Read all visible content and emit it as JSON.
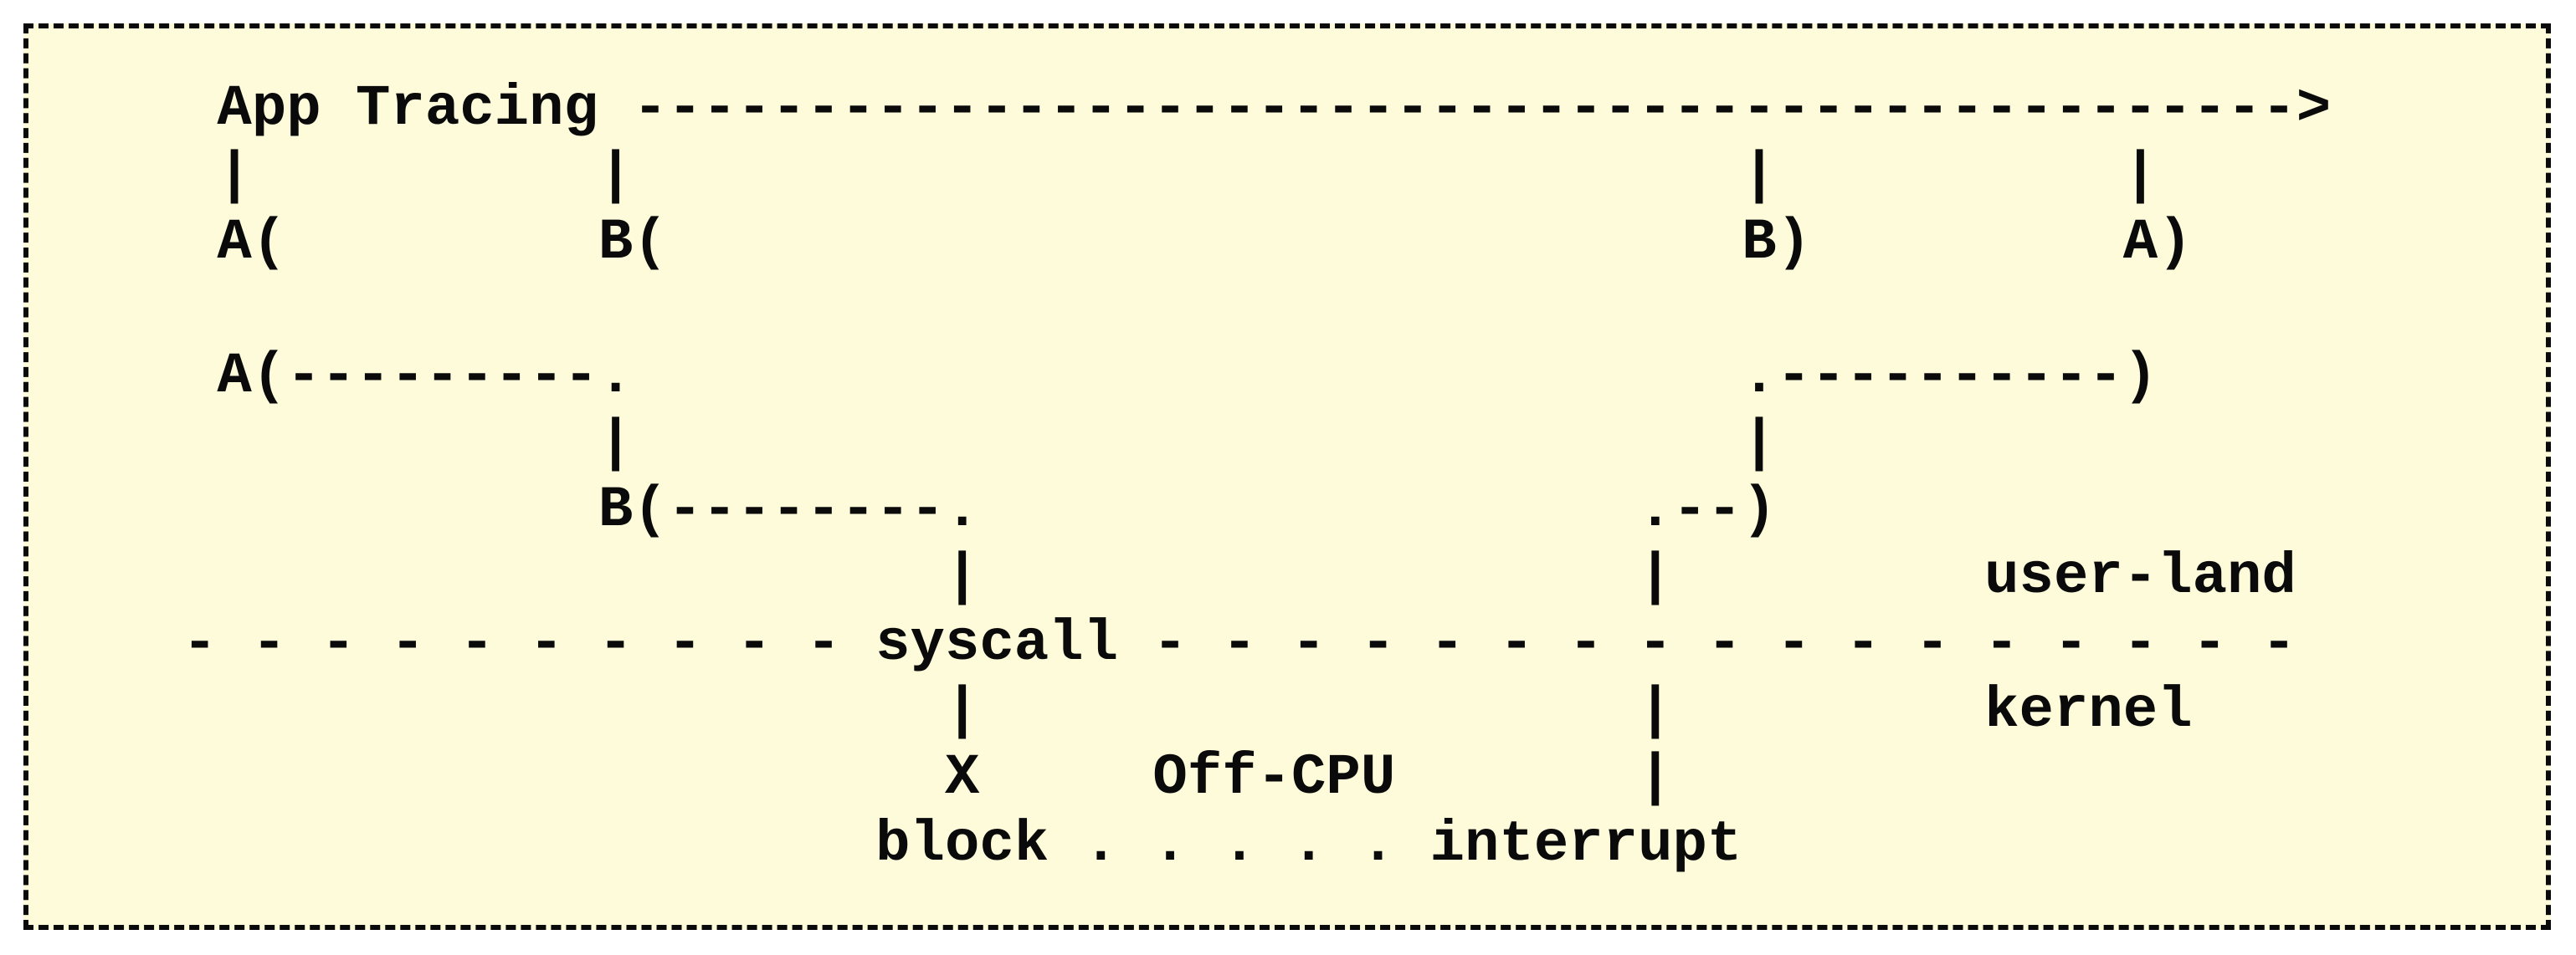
{
  "colors": {
    "page_background": "#ffffff",
    "panel_background": "#fefbdb",
    "border": "#0a0a0a",
    "text": "#0a0a0a"
  },
  "diagram": {
    "title": "App Tracing",
    "regions": {
      "user": "user-land",
      "kernel": "kernel"
    },
    "boundary_label": "syscall",
    "offcpu_label": "Off-CPU",
    "block_label": "block",
    "interrupt_label": "interrupt",
    "blocked_marker": "X",
    "markers": {
      "a_open": "A(",
      "b_open": "B(",
      "b_close": "B)",
      "a_close": "A)"
    },
    "lines": [
      " App Tracing ------------------------------------------------>",
      " |          |                                |          |",
      " A(         B(                               B)         A)",
      "",
      " A(---------.                                .----------)",
      "            |                                |",
      "            B(--------.                   .--)",
      "                      |                   |         user-land",
      "- - - - - - - - - - syscall - - - - - - - - - - - - - - - - -",
      "                      |                   |         kernel",
      "                      X     Off-CPU       |",
      "                    block . . . . . interrupt"
    ]
  }
}
